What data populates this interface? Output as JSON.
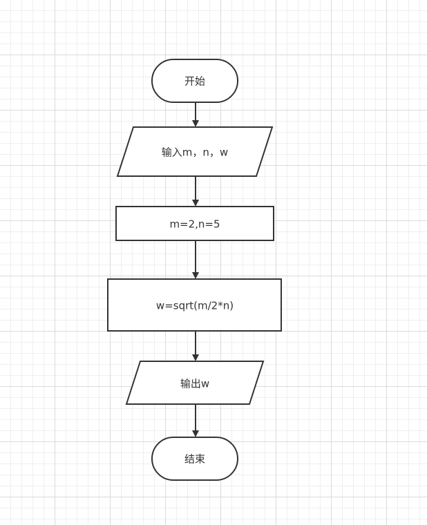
{
  "diagram": {
    "nodes": [
      {
        "id": "start",
        "shape": "terminator",
        "label": "开始"
      },
      {
        "id": "input",
        "shape": "parallelogram",
        "label": "输入m，n，w"
      },
      {
        "id": "assign",
        "shape": "process",
        "label": "m=2,n=5"
      },
      {
        "id": "compute",
        "shape": "process",
        "label": "w=sqrt(m/2*n)"
      },
      {
        "id": "output",
        "shape": "parallelogram",
        "label": "输出w"
      },
      {
        "id": "end",
        "shape": "terminator",
        "label": "结束"
      }
    ],
    "edges": [
      {
        "from": "start",
        "to": "input"
      },
      {
        "from": "input",
        "to": "assign"
      },
      {
        "from": "assign",
        "to": "compute"
      },
      {
        "from": "compute",
        "to": "output"
      },
      {
        "from": "output",
        "to": "end"
      }
    ]
  },
  "colors": {
    "stroke": "#333333",
    "text": "#333333",
    "node_fill": "#ffffff",
    "grid_major": "#dadada",
    "grid_minor": "#efefef"
  }
}
